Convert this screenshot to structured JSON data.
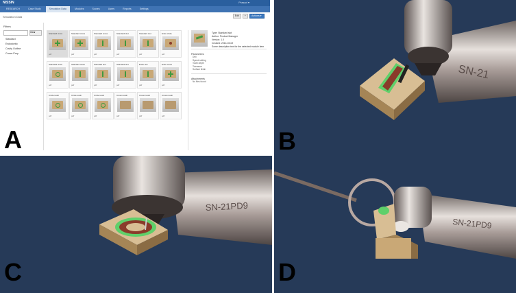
{
  "panels": [
    {
      "label": "A"
    },
    {
      "label": "B"
    },
    {
      "label": "C"
    },
    {
      "label": "D"
    }
  ],
  "app": {
    "logo": "NISSIN",
    "user": "Prasad ▾",
    "tabs": [
      "RESEARCH",
      "Case Study",
      "Simulation Data",
      "Modules",
      "Scores",
      "Users",
      "Reports",
      "Settings"
    ],
    "active_tab": 2,
    "breadcrumb": "Simulation Data",
    "toolbar": {
      "btn1": "Edit",
      "btn2": "+",
      "primary": "Actions ▾"
    },
    "filter": {
      "title": "Filters",
      "clear": "Clear",
      "items": [
        "Standard",
        "Endodontic",
        "Cavity Outline",
        "Crown Prep"
      ]
    },
    "cards": [
      {
        "name": "Standard cross",
        "mark": "cross",
        "footer": "pdf"
      },
      {
        "name": "Standard cross",
        "mark": "cross",
        "footer": "pdf"
      },
      {
        "name": "Standard cross",
        "mark": "bar",
        "footer": "pdf"
      },
      {
        "name": "Standard slot",
        "mark": "bar",
        "footer": "pdf"
      },
      {
        "name": "Standard slot",
        "mark": "bar",
        "footer": "pdf"
      },
      {
        "name": "Endo circle",
        "mark": "dot",
        "footer": "pdf"
      },
      {
        "name": "Standard circle",
        "mark": "ring",
        "footer": "pdf"
      },
      {
        "name": "Standard circle",
        "mark": "bar",
        "footer": "pdf"
      },
      {
        "name": "Standard slot",
        "mark": "bar",
        "footer": "pdf"
      },
      {
        "name": "Standard slot",
        "mark": "bar",
        "footer": "pdf"
      },
      {
        "name": "Endo slot",
        "mark": "bar",
        "footer": "pdf"
      },
      {
        "name": "Endo cross",
        "mark": "cross",
        "footer": "pdf"
      },
      {
        "name": "Circle tooth",
        "mark": "ring",
        "footer": "pdf"
      },
      {
        "name": "Circle tooth",
        "mark": "ring",
        "footer": "pdf"
      },
      {
        "name": "Circle tooth",
        "mark": "ring",
        "footer": "pdf"
      },
      {
        "name": "Crown tooth",
        "mark": "crown",
        "footer": "pdf"
      },
      {
        "name": "Crown tooth",
        "mark": "crown",
        "footer": "pdf"
      },
      {
        "name": "Crown tooth",
        "mark": "crown",
        "footer": "pdf"
      }
    ],
    "detail": {
      "info": [
        "Type:  Standard slot",
        "Author:  Product Manager",
        "Version:  1.0",
        "Created:  2014-03-02",
        "Some description text for the selected module item"
      ],
      "sec1": "Parameters",
      "list1": [
        "Drill",
        "Speed setting",
        "Tooth depth",
        "Tolerance",
        "Surface finish"
      ],
      "sec2": "Attachments",
      "list2": [
        "No files found"
      ]
    }
  },
  "scenes": {
    "handpiece_label_b": "SN-21",
    "handpiece_label_c": "SN-21PD9",
    "handpiece_label_d": "SN-21PD9"
  },
  "colors": {
    "scene_bg": "#263a58",
    "app_bar": "#2a5f9e",
    "block": "#c9a876",
    "highlight": "#5fd06a"
  }
}
